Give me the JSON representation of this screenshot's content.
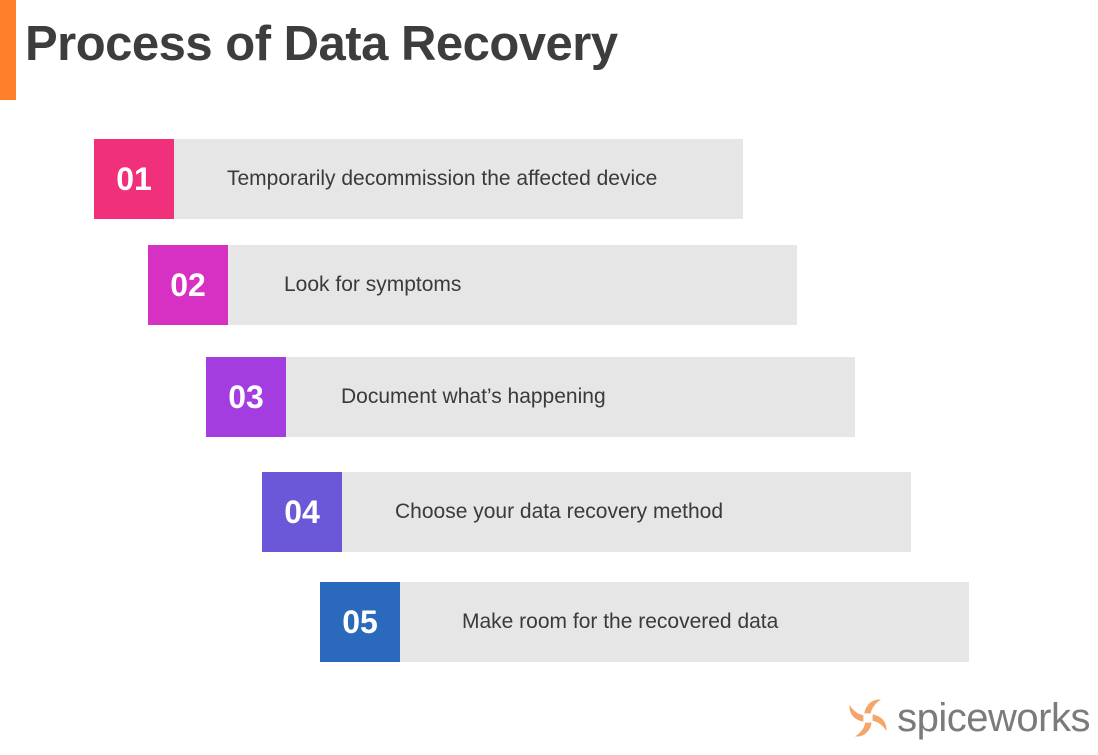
{
  "title": "Process of Data Recovery",
  "colors": {
    "accent": "#ff7f2a",
    "title_text": "#3d3d3d",
    "step_background": "#e6e6e6"
  },
  "steps": [
    {
      "number": "01",
      "text": "Temporarily decommission the affected device",
      "color": "#f0307a"
    },
    {
      "number": "02",
      "text": "Look for symptoms",
      "color": "#d631c2"
    },
    {
      "number": "03",
      "text": "Document what’s happening",
      "color": "#a33de0"
    },
    {
      "number": "04",
      "text": "Choose your data recovery method",
      "color": "#6a58d8"
    },
    {
      "number": "05",
      "text": "Make room for the recovered data",
      "color": "#2a69bb"
    }
  ],
  "logo": {
    "text": "spiceworks",
    "icon": "spiceworks-logo-icon"
  }
}
